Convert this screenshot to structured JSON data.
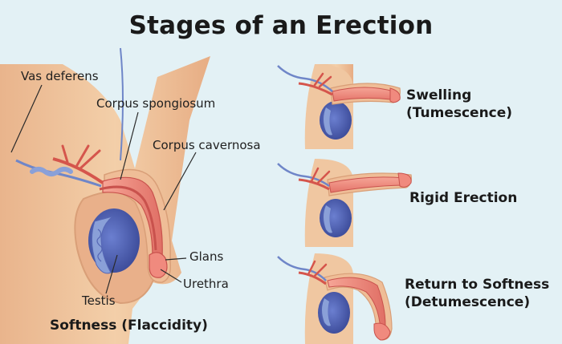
{
  "title": "Stages of an Erection",
  "labels": {
    "vas_deferens": "Vas deferens",
    "corpus_spongiosum": "Corpus spongiosum",
    "corpus_cavernosa": "Corpus cavernosa",
    "glans": "Glans",
    "urethra": "Urethra",
    "testis": "Testis"
  },
  "main_caption": "Softness (Flaccidity)",
  "stages": [
    {
      "line1": "Swelling",
      "line2": "(Tumescence)"
    },
    {
      "line1": "Rigid Erection",
      "line2": ""
    },
    {
      "line1": "Return to Softness",
      "line2": "(Detumescence)"
    }
  ],
  "colors": {
    "background": "#e3f1f5",
    "skin": "#f0c7a1",
    "skin_shadow": "#d99f78",
    "tissue": "#f08a7e",
    "tissue_dark": "#c9524d",
    "testis": "#4d5fb0",
    "vessel_blue": "#6f86c8",
    "vessel_red": "#d5554c"
  }
}
